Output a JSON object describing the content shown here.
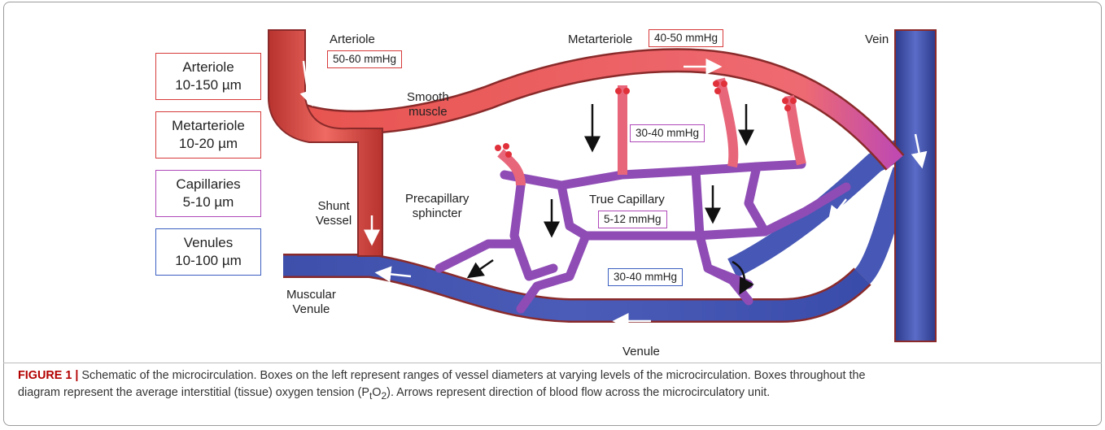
{
  "legend": [
    {
      "name": "Arteriole",
      "size": "10-150 µm",
      "color": "#d73a3a"
    },
    {
      "name": "Metarteriole",
      "size": "10-20 µm",
      "color": "#d73a3a"
    },
    {
      "name": "Capillaries",
      "size": "5-10 µm",
      "color": "#b048b8"
    },
    {
      "name": "Venules",
      "size": "10-100 µm",
      "color": "#3b5fc0"
    }
  ],
  "labels": {
    "arteriole": "Arteriole",
    "metarteriole": "Metarteriole",
    "vein": "Vein",
    "smooth_muscle_1": "Smooth",
    "smooth_muscle_2": "muscle",
    "shunt_1": "Shunt",
    "shunt_2": "Vessel",
    "precap_1": "Precapillary",
    "precap_2": "sphincter",
    "true_capillary": "True Capillary",
    "musc_venule_1": "Muscular",
    "musc_venule_2": "Venule",
    "venule": "Venule"
  },
  "pressures": {
    "arteriole": "50-60 mmHg",
    "metarteriole": "40-50 mmHg",
    "upper_capillary": "30-40 mmHg",
    "true_capillary": "5-12 mmHg",
    "lower_capillary": "30-40 mmHg"
  },
  "colors": {
    "artery": "#e8544f",
    "artery_dark": "#b8322e",
    "vein": "#4757b5",
    "vein_dark": "#2c3a8a",
    "capillary": "#9a56b8",
    "sphincter": "#e0303a",
    "red_box": "#d73a3a",
    "purple_box": "#b048b8",
    "blue_box": "#3b5fc0"
  },
  "caption": {
    "figure_label": "FIGURE 1 |",
    "line1": "Schematic of the microcirculation. Boxes on the left represent ranges of vessel diameters at varying levels of the microcirculation. Boxes throughout the",
    "line2_pre": "diagram represent the average interstitial (tissue) oxygen tension (P",
    "line2_sub1": "t",
    "line2_mid": "O",
    "line2_sub2": "2",
    "line2_post": "). Arrows represent direction of blood flow across the microcirculatory unit."
  }
}
